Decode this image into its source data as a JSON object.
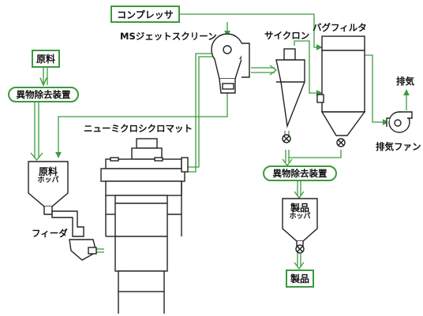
{
  "colors": {
    "flow": "#3c9a3c",
    "equipment": "#222222"
  },
  "boxes": {
    "compressor": "コンプレッサ",
    "raw_material": "原料",
    "foreign_removal_1": "異物除去装置",
    "foreign_removal_2": "異物除去装置",
    "product": "製品"
  },
  "labels": {
    "ms_jet_screen": "MSジェットスクリーン",
    "cyclone": "サイクロン",
    "bag_filter": "バグフィルタ",
    "exhaust": "排気",
    "exhaust_fan": "排気ファン",
    "mill": "ニューミクロシクロマット",
    "feeder": "フィーダ"
  },
  "hoppers": {
    "raw": {
      "title": "原料",
      "sub": "ホッパ"
    },
    "product": {
      "title": "製品",
      "sub": "ホッパ"
    }
  }
}
